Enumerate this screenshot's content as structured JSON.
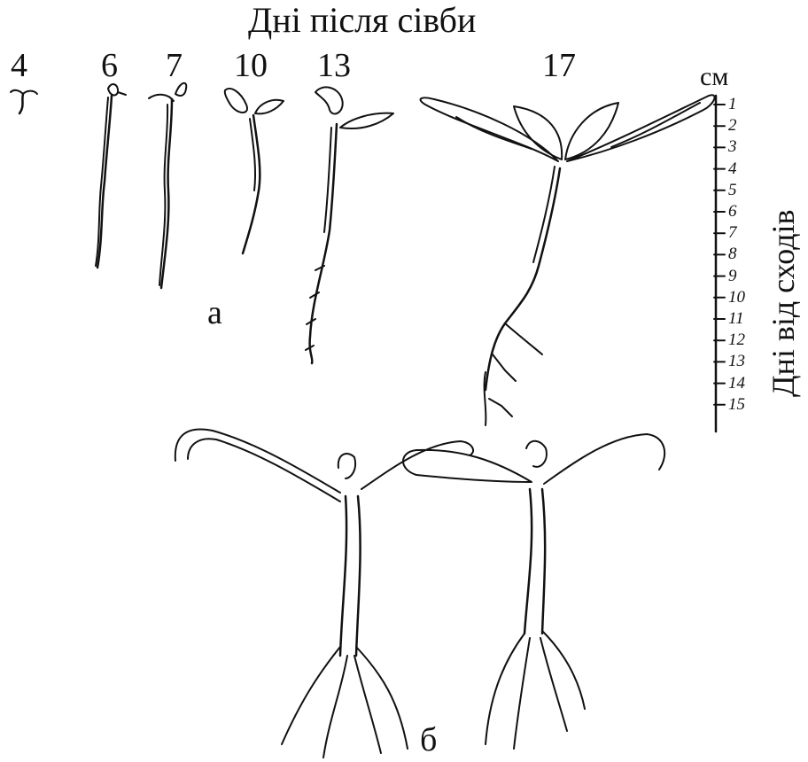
{
  "title": "Дні після сівби",
  "days": [
    "4",
    "6",
    "7",
    "10",
    "13",
    "17"
  ],
  "scale": {
    "unit": "см",
    "ticks": [
      "1",
      "2",
      "3",
      "4",
      "5",
      "6",
      "7",
      "8",
      "9",
      "10",
      "11",
      "12",
      "13",
      "14",
      "15"
    ]
  },
  "side_label": "Дні від сходів",
  "panel_a_label": "а",
  "panel_b_label": "б"
}
